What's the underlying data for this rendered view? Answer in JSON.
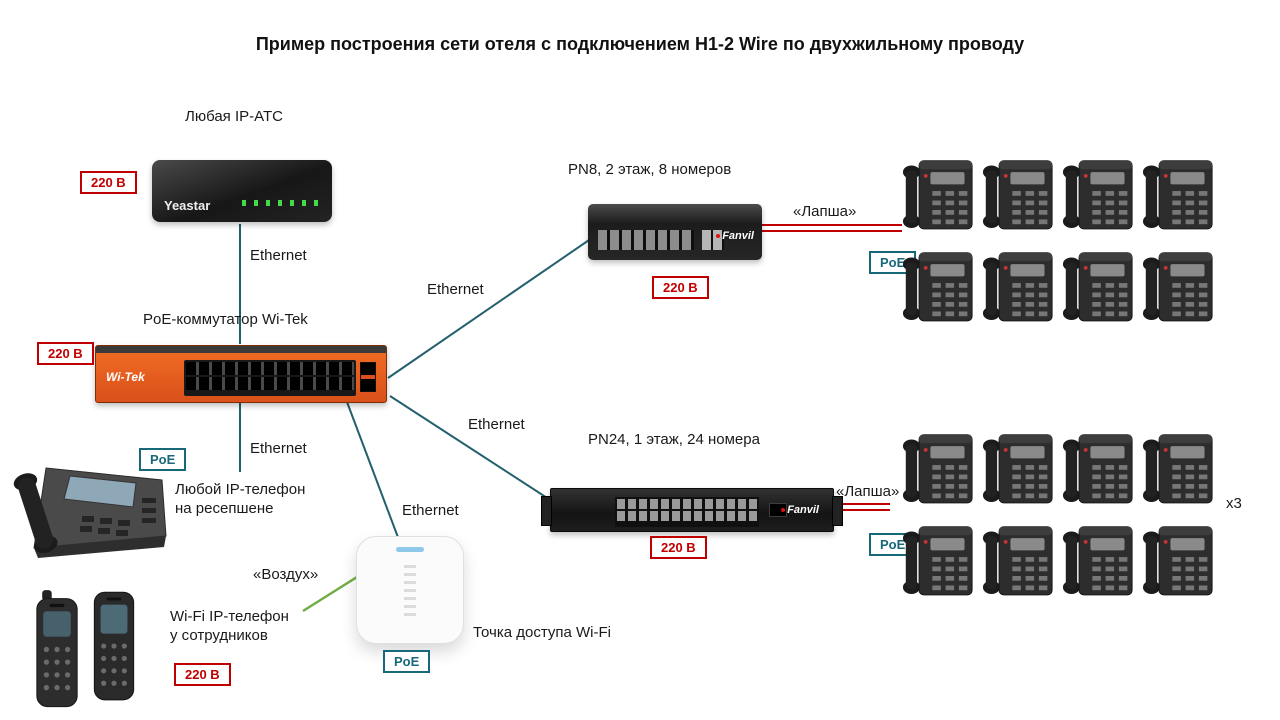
{
  "title": "Пример построения сети отеля с подключением H1-2 Wire по двухжильному проводу",
  "labels": {
    "ethernet": "Ethernet",
    "lapsha": "«Лапша»",
    "vozduh": "«Воздух»",
    "multiplier": "x3"
  },
  "badges": {
    "power": "220 В",
    "poe": "PoE"
  },
  "devices": {
    "pbx": {
      "label": "Любая IP-АТС",
      "brand": "Yeastar"
    },
    "core_switch": {
      "label": "PoE-коммутатор Wi-Tek",
      "brand": "Wi-Tek"
    },
    "pn8": {
      "label": "PN8, 2 этаж, 8 номеров",
      "brand": "Fanvil"
    },
    "pn24": {
      "label": "PN24, 1 этаж, 24 номера",
      "brand": "Fanvil"
    },
    "reception_phone": {
      "label_line1": "Любой IP-телефон",
      "label_line2": "на ресепшене"
    },
    "wifi_phone": {
      "label_line1": "Wi-Fi IP-телефон",
      "label_line2": "у сотрудников"
    },
    "ap": {
      "label": "Точка доступа Wi-Fi"
    }
  },
  "colors": {
    "cable": "#23606e",
    "lapsha_line": "#c00000",
    "air_line": "#70ad47",
    "power_badge": "#c00000",
    "poe_badge": "#17697a"
  }
}
